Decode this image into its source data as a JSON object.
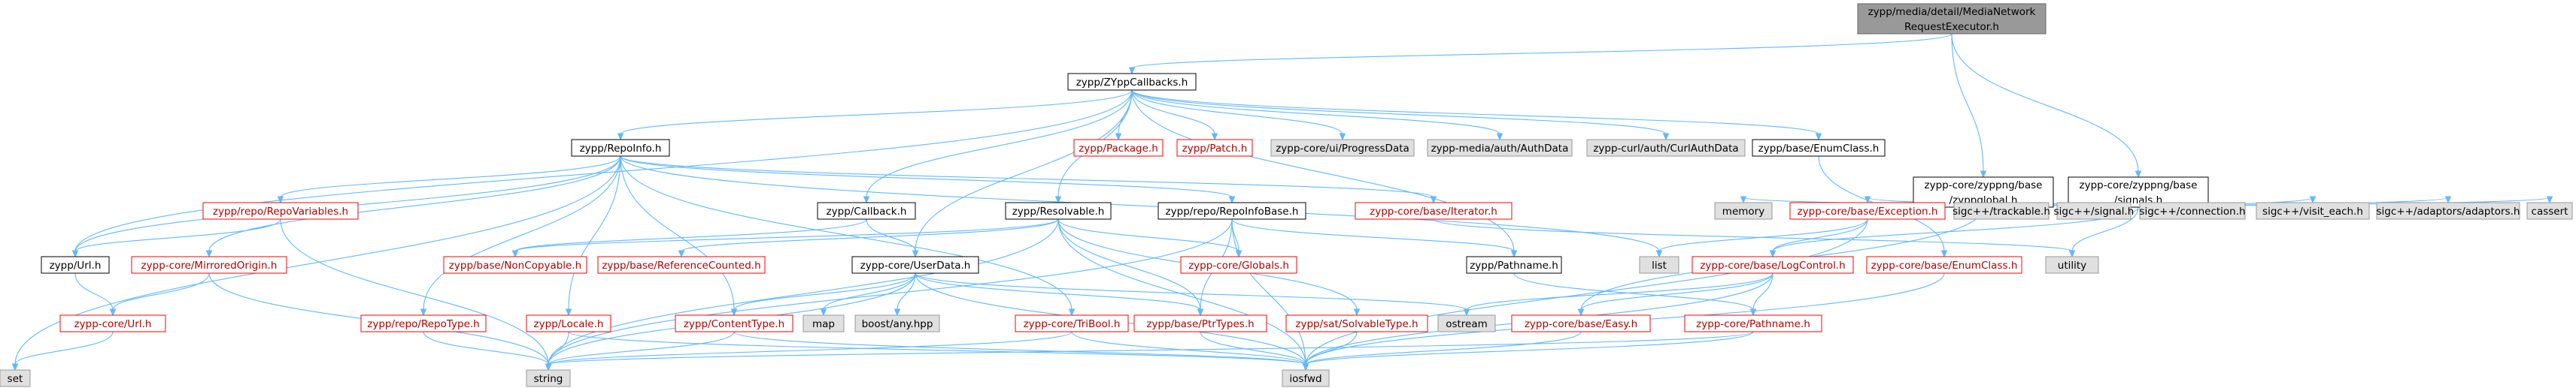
{
  "graph": {
    "title": "zypp/media/detail/MediaNetworkRequestExecutor.h",
    "colors": {
      "edge": "#63b8ff",
      "root_fill": "#999999",
      "gray_fill": "#e0e0e0",
      "red_border": "#ff0000",
      "black_border": "#000000"
    },
    "nodes": {
      "root": {
        "lines": [
          "zypp/media/detail/MediaNetwork",
          "RequestExecutor.h"
        ],
        "kind": "root"
      },
      "zyppcallbacks": {
        "lines": [
          "zypp/ZYppCallbacks.h"
        ],
        "kind": "doc"
      },
      "zyppglobal": {
        "lines": [
          "zypp-core/zyppng/base",
          "/zyppglobal.h"
        ],
        "kind": "doc"
      },
      "signals": {
        "lines": [
          "zypp-core/zyppng/base",
          "/signals.h"
        ],
        "kind": "doc"
      },
      "repoinfo": {
        "lines": [
          "zypp/RepoInfo.h"
        ],
        "kind": "doc"
      },
      "package": {
        "lines": [
          "zypp/Package.h"
        ],
        "kind": "red"
      },
      "patch": {
        "lines": [
          "zypp/Patch.h"
        ],
        "kind": "red"
      },
      "progressdata": {
        "lines": [
          "zypp-core/ui/ProgressData"
        ],
        "kind": "gray"
      },
      "authdata": {
        "lines": [
          "zypp-media/auth/AuthData"
        ],
        "kind": "gray"
      },
      "curlauthdata": {
        "lines": [
          "zypp-curl/auth/CurlAuthData"
        ],
        "kind": "gray"
      },
      "enumclass": {
        "lines": [
          "zypp/base/EnumClass.h"
        ],
        "kind": "doc"
      },
      "repovariables": {
        "lines": [
          "zypp/repo/RepoVariables.h"
        ],
        "kind": "red"
      },
      "callback": {
        "lines": [
          "zypp/Callback.h"
        ],
        "kind": "doc"
      },
      "resolvable": {
        "lines": [
          "zypp/Resolvable.h"
        ],
        "kind": "doc"
      },
      "repoinfobase": {
        "lines": [
          "zypp/repo/RepoInfoBase.h"
        ],
        "kind": "doc"
      },
      "iterator": {
        "lines": [
          "zypp-core/base/Iterator.h"
        ],
        "kind": "red"
      },
      "memory": {
        "lines": [
          "memory"
        ],
        "kind": "gray"
      },
      "exception": {
        "lines": [
          "zypp-core/base/Exception.h"
        ],
        "kind": "red"
      },
      "trackable": {
        "lines": [
          "sigc++/trackable.h"
        ],
        "kind": "gray"
      },
      "sigsignal": {
        "lines": [
          "sigc++/signal.h"
        ],
        "kind": "gray"
      },
      "connection": {
        "lines": [
          "sigc++/connection.h"
        ],
        "kind": "gray"
      },
      "visiteach": {
        "lines": [
          "sigc++/visit_each.h"
        ],
        "kind": "gray"
      },
      "adaptors": {
        "lines": [
          "sigc++/adaptors/adaptors.h"
        ],
        "kind": "gray"
      },
      "cassert": {
        "lines": [
          "cassert"
        ],
        "kind": "gray"
      },
      "url": {
        "lines": [
          "zypp/Url.h"
        ],
        "kind": "doc"
      },
      "mirroredorigin": {
        "lines": [
          "zypp-core/MirroredOrigin.h"
        ],
        "kind": "red"
      },
      "noncopyable": {
        "lines": [
          "zypp/base/NonCopyable.h"
        ],
        "kind": "red"
      },
      "refcounted": {
        "lines": [
          "zypp/base/ReferenceCounted.h"
        ],
        "kind": "red"
      },
      "userdata": {
        "lines": [
          "zypp-core/UserData.h"
        ],
        "kind": "doc"
      },
      "globals": {
        "lines": [
          "zypp-core/Globals.h"
        ],
        "kind": "red"
      },
      "pathname": {
        "lines": [
          "zypp/Pathname.h"
        ],
        "kind": "doc"
      },
      "list": {
        "lines": [
          "list"
        ],
        "kind": "gray"
      },
      "logcontrol": {
        "lines": [
          "zypp-core/base/LogControl.h"
        ],
        "kind": "red"
      },
      "coreenumclass": {
        "lines": [
          "zypp-core/base/EnumClass.h"
        ],
        "kind": "red"
      },
      "utility": {
        "lines": [
          "utility"
        ],
        "kind": "gray"
      },
      "coreurl": {
        "lines": [
          "zypp-core/Url.h"
        ],
        "kind": "red"
      },
      "repotype": {
        "lines": [
          "zypp/repo/RepoType.h"
        ],
        "kind": "red"
      },
      "locale": {
        "lines": [
          "zypp/Locale.h"
        ],
        "kind": "red"
      },
      "contenttype": {
        "lines": [
          "zypp/ContentType.h"
        ],
        "kind": "red"
      },
      "map": {
        "lines": [
          "map"
        ],
        "kind": "gray"
      },
      "boostany": {
        "lines": [
          "boost/any.hpp"
        ],
        "kind": "gray"
      },
      "tribool": {
        "lines": [
          "zypp-core/TriBool.h"
        ],
        "kind": "red"
      },
      "ptrtypes": {
        "lines": [
          "zypp/base/PtrTypes.h"
        ],
        "kind": "red"
      },
      "solvabletype": {
        "lines": [
          "zypp/sat/SolvableType.h"
        ],
        "kind": "red"
      },
      "ostream": {
        "lines": [
          "ostream"
        ],
        "kind": "gray"
      },
      "easy": {
        "lines": [
          "zypp-core/base/Easy.h"
        ],
        "kind": "red"
      },
      "corepathname": {
        "lines": [
          "zypp-core/Pathname.h"
        ],
        "kind": "red"
      },
      "set": {
        "lines": [
          "set"
        ],
        "kind": "gray"
      },
      "string": {
        "lines": [
          "string"
        ],
        "kind": "gray"
      },
      "iosfwd": {
        "lines": [
          "iosfwd"
        ],
        "kind": "gray"
      }
    },
    "edges": [
      [
        "root",
        "zyppcallbacks"
      ],
      [
        "root",
        "zyppglobal"
      ],
      [
        "root",
        "signals"
      ],
      [
        "zyppcallbacks",
        "repoinfo"
      ],
      [
        "zyppcallbacks",
        "package"
      ],
      [
        "zyppcallbacks",
        "patch"
      ],
      [
        "zyppcallbacks",
        "progressdata"
      ],
      [
        "zyppcallbacks",
        "authdata"
      ],
      [
        "zyppcallbacks",
        "curlauthdata"
      ],
      [
        "zyppcallbacks",
        "enumclass"
      ],
      [
        "zyppcallbacks",
        "callback"
      ],
      [
        "zyppcallbacks",
        "resolvable"
      ],
      [
        "zyppcallbacks",
        "userdata"
      ],
      [
        "zyppcallbacks",
        "pathname"
      ],
      [
        "zyppcallbacks",
        "url"
      ],
      [
        "zyppglobal",
        "easy"
      ],
      [
        "signals",
        "memory"
      ],
      [
        "signals",
        "exception"
      ],
      [
        "signals",
        "trackable"
      ],
      [
        "signals",
        "sigsignal"
      ],
      [
        "signals",
        "connection"
      ],
      [
        "signals",
        "visiteach"
      ],
      [
        "signals",
        "adaptors"
      ],
      [
        "signals",
        "cassert"
      ],
      [
        "signals",
        "utility"
      ],
      [
        "signals",
        "logcontrol"
      ],
      [
        "enumclass",
        "coreenumclass"
      ],
      [
        "repoinfo",
        "repovariables"
      ],
      [
        "repoinfo",
        "repoinfobase"
      ],
      [
        "repoinfo",
        "iterator"
      ],
      [
        "repoinfo",
        "url"
      ],
      [
        "repoinfo",
        "mirroredorigin"
      ],
      [
        "repoinfo",
        "repotype"
      ],
      [
        "repoinfo",
        "locale"
      ],
      [
        "repoinfo",
        "tribool"
      ],
      [
        "repoinfo",
        "set"
      ],
      [
        "repoinfo",
        "list"
      ],
      [
        "repoinfo",
        "contenttype"
      ],
      [
        "repovariables",
        "url"
      ],
      [
        "repovariables",
        "string"
      ],
      [
        "callback",
        "noncopyable"
      ],
      [
        "callback",
        "userdata"
      ],
      [
        "resolvable",
        "noncopyable"
      ],
      [
        "resolvable",
        "refcounted"
      ],
      [
        "resolvable",
        "globals"
      ],
      [
        "resolvable",
        "ptrtypes"
      ],
      [
        "resolvable",
        "solvabletype"
      ],
      [
        "resolvable",
        "string"
      ],
      [
        "resolvable",
        "iosfwd"
      ],
      [
        "repoinfobase",
        "globals"
      ],
      [
        "repoinfobase",
        "ptrtypes"
      ],
      [
        "repoinfobase",
        "pathname"
      ],
      [
        "repoinfobase",
        "string"
      ],
      [
        "repoinfobase",
        "iosfwd"
      ],
      [
        "iterator",
        "utility"
      ],
      [
        "exception",
        "list"
      ],
      [
        "exception",
        "iosfwd"
      ],
      [
        "exception",
        "logcontrol"
      ],
      [
        "logcontrol",
        "easy"
      ],
      [
        "logcontrol",
        "corepathname"
      ],
      [
        "logcontrol",
        "ostream"
      ],
      [
        "logcontrol",
        "iosfwd"
      ],
      [
        "url",
        "coreurl"
      ],
      [
        "mirroredorigin",
        "coreurl"
      ],
      [
        "mirroredorigin",
        "string"
      ],
      [
        "coreurl",
        "set"
      ],
      [
        "userdata",
        "contenttype"
      ],
      [
        "userdata",
        "map"
      ],
      [
        "userdata",
        "boostany"
      ],
      [
        "userdata",
        "ptrtypes"
      ],
      [
        "userdata",
        "ostream"
      ],
      [
        "userdata",
        "string"
      ],
      [
        "userdata",
        "iosfwd"
      ],
      [
        "pathname",
        "corepathname"
      ],
      [
        "corepathname",
        "string"
      ],
      [
        "corepathname",
        "iosfwd"
      ],
      [
        "coreenumclass",
        "iosfwd"
      ],
      [
        "repotype",
        "string"
      ],
      [
        "locale",
        "string"
      ],
      [
        "locale",
        "iosfwd"
      ],
      [
        "contenttype",
        "string"
      ],
      [
        "contenttype",
        "iosfwd"
      ],
      [
        "tribool",
        "string"
      ],
      [
        "tribool",
        "iosfwd"
      ],
      [
        "ptrtypes",
        "iosfwd"
      ],
      [
        "solvabletype",
        "iosfwd"
      ],
      [
        "easy",
        "iosfwd"
      ]
    ]
  }
}
